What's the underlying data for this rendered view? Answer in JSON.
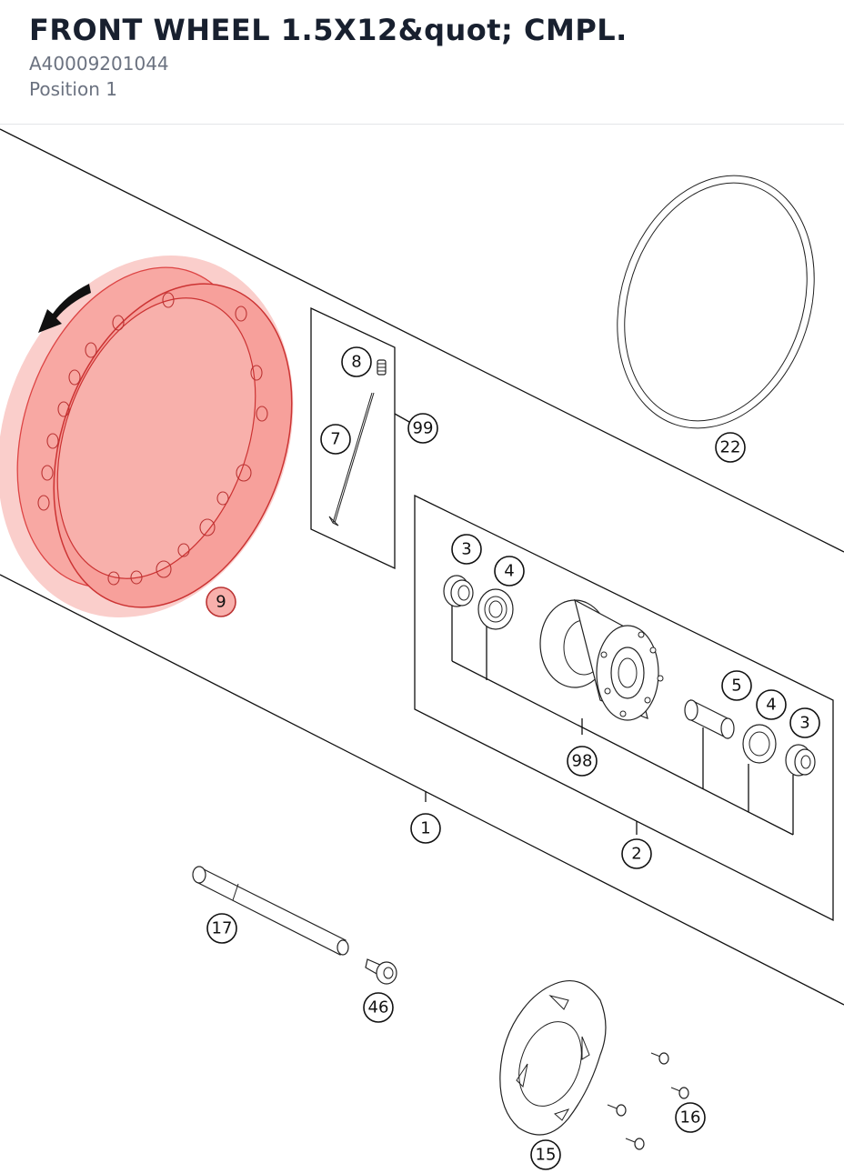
{
  "header": {
    "title": "FRONT WHEEL 1.5X12&quot; CMPL.",
    "part_number": "A40009201044",
    "position": "Position 1"
  },
  "highlight_color": "#f5a19c",
  "callouts": [
    {
      "id": "c1",
      "label": "1"
    },
    {
      "id": "c2",
      "label": "2"
    },
    {
      "id": "c3a",
      "label": "3"
    },
    {
      "id": "c3b",
      "label": "3"
    },
    {
      "id": "c4a",
      "label": "4"
    },
    {
      "id": "c4b",
      "label": "4"
    },
    {
      "id": "c5",
      "label": "5"
    },
    {
      "id": "c7",
      "label": "7"
    },
    {
      "id": "c8",
      "label": "8"
    },
    {
      "id": "c9",
      "label": "9",
      "highlighted": true
    },
    {
      "id": "c15",
      "label": "15"
    },
    {
      "id": "c16",
      "label": "16"
    },
    {
      "id": "c17",
      "label": "17"
    },
    {
      "id": "c22",
      "label": "22"
    },
    {
      "id": "c46",
      "label": "46"
    },
    {
      "id": "c98",
      "label": "98"
    },
    {
      "id": "c99",
      "label": "99"
    }
  ]
}
